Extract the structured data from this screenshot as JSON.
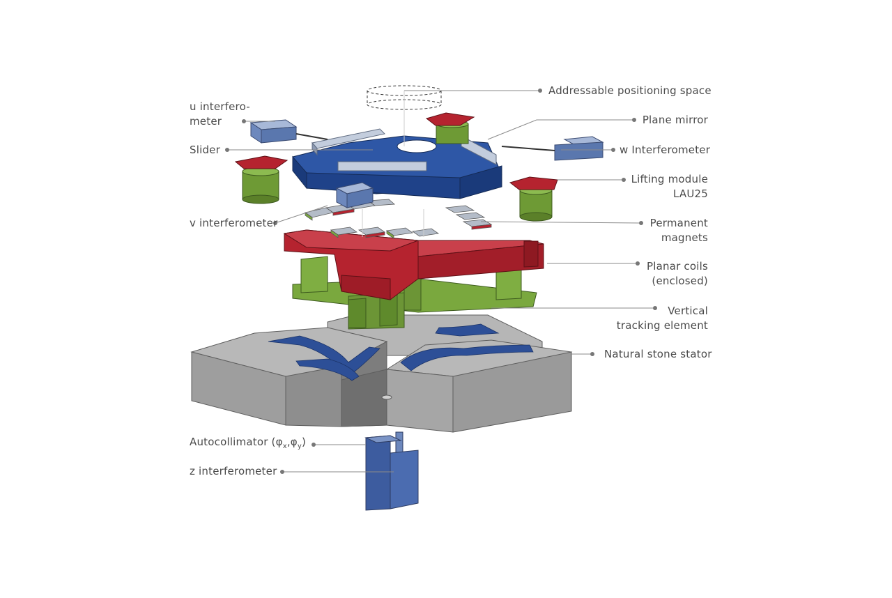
{
  "labels": {
    "addressable": "Addressable positioning space",
    "u_line1": "u interfero-",
    "u_line2": "meter",
    "plane_mirror": "Plane mirror",
    "slider": "Slider",
    "w_interferometer": "w Interferometer",
    "lifting_line1": "Lifting module",
    "lifting_line2": "LAU25",
    "v_interferometer": "v interferometer",
    "magnets_line1": "Permanent",
    "magnets_line2": "magnets",
    "coils_line1": "Planar coils",
    "coils_line2": "(enclosed)",
    "tracking_line1": "Vertical",
    "tracking_line2": "tracking element",
    "stator": "Natural stone stator",
    "autocollimator_prefix": "Autocollimator (φ",
    "autocollimator_sub_x": "x",
    "autocollimator_sep": ",φ",
    "autocollimator_sub_y": "y",
    "autocollimator_suffix": ")",
    "z_interferometer": "z interferometer"
  },
  "colors": {
    "slider_blue": "#2a52a0",
    "interferometer_blue": "#6d88bd",
    "coil_red": "#b0222e",
    "lift_green": "#6e9a35",
    "stone_grey": "#a8a8a8",
    "mirror_grey": "#b9c3d3",
    "leader_grey": "#8a8a8a"
  }
}
